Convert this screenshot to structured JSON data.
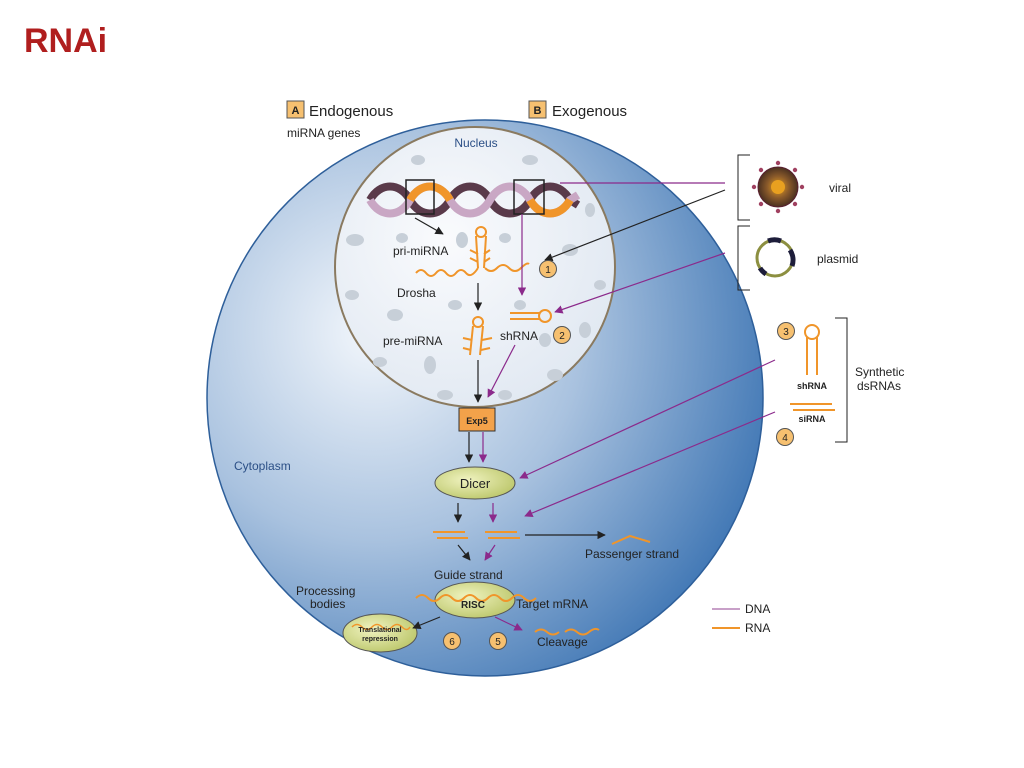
{
  "slide": {
    "title": "RNAi"
  },
  "headers": {
    "endogenous_badge": "A",
    "endogenous": "Endogenous",
    "mirna_genes": "miRNA genes",
    "exogenous_badge": "B",
    "exogenous": "Exogenous"
  },
  "regions": {
    "nucleus": "Nucleus",
    "cytoplasm": "Cytoplasm"
  },
  "labels": {
    "pri_mirna": "pri-miRNA",
    "drosha": "Drosha",
    "pre_mirna": "pre-miRNA",
    "shrna": "shRNA",
    "exp5": "Exp5",
    "dicer": "Dicer",
    "passenger_strand": "Passenger strand",
    "guide_strand": "Guide strand",
    "processing_bodies_1": "Processing",
    "processing_bodies_2": "bodies",
    "risc": "RISC",
    "target_mrna": "Target mRNA",
    "translational_1": "Translational",
    "translational_2": "repression",
    "cleavage": "Cleavage"
  },
  "exogenous_sources": {
    "viral": "viral",
    "plasmid": "plasmid",
    "synthetic_1": "Synthetic",
    "synthetic_2": "dsRNAs",
    "synthetic_shrna": "shRNA",
    "synthetic_sirna": "siRNA"
  },
  "steps": {
    "s1": "1",
    "s2": "2",
    "s3": "3",
    "s4": "4",
    "s5": "5",
    "s6": "6"
  },
  "legend": {
    "items": [
      {
        "label": "DNA",
        "color": "#c8a0c8"
      },
      {
        "label": "RNA",
        "color": "#f0952a"
      }
    ]
  },
  "colors": {
    "title": "#b01e1e",
    "rna": "#f0952a",
    "dna": "#c8a0c8",
    "purple_arrow": "#8b2a8b",
    "badge": "#f6c070"
  }
}
